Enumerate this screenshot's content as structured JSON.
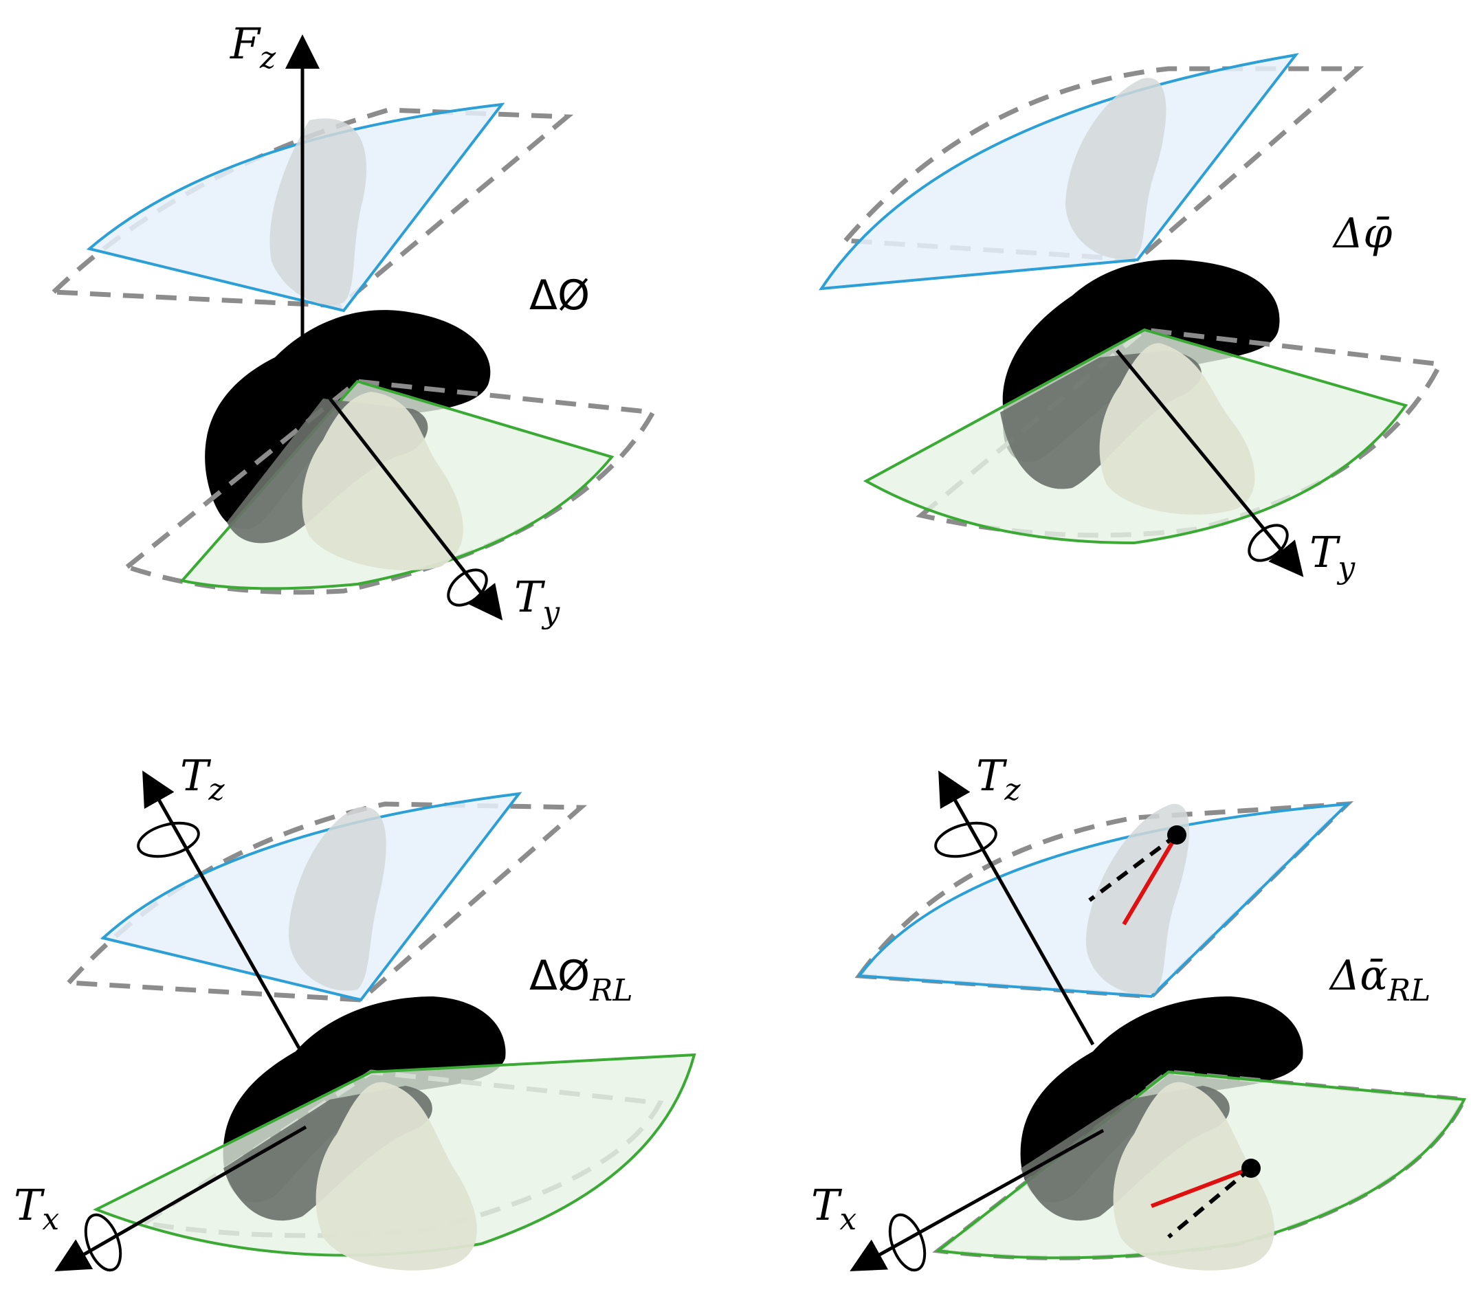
{
  "panels": [
    {
      "id": "top-left",
      "angle_label": {
        "base": "ΔØ",
        "sub": ""
      },
      "axes": [
        {
          "base": "F",
          "sub": "z"
        },
        {
          "base": "T",
          "sub": "y"
        }
      ]
    },
    {
      "id": "top-right",
      "angle_label": {
        "base": "Δφ̄",
        "sub": ""
      },
      "axes": [
        {
          "base": "T",
          "sub": "y"
        }
      ]
    },
    {
      "id": "bottom-left",
      "angle_label": {
        "base": "ΔØ",
        "sub": "RL"
      },
      "axes": [
        {
          "base": "T",
          "sub": "z"
        },
        {
          "base": "T",
          "sub": "x"
        }
      ]
    },
    {
      "id": "bottom-right",
      "angle_label": {
        "base": "Δᾱ",
        "sub": "RL"
      },
      "axes": [
        {
          "base": "T",
          "sub": "z"
        },
        {
          "base": "T",
          "sub": "x"
        }
      ]
    }
  ],
  "colors": {
    "upper_plane_edge": "#2b9fd6",
    "upper_plane_fill": "#e6f1fa",
    "lower_plane_edge": "#3aaa35",
    "lower_plane_fill": "#e7f3e3",
    "reference_dashed": "#8c8c8c",
    "body_black": "#000000",
    "femur_shadow": "#d4d8d8",
    "tibia_shape": "#dfe3d2",
    "red_marker": "#e01010"
  }
}
